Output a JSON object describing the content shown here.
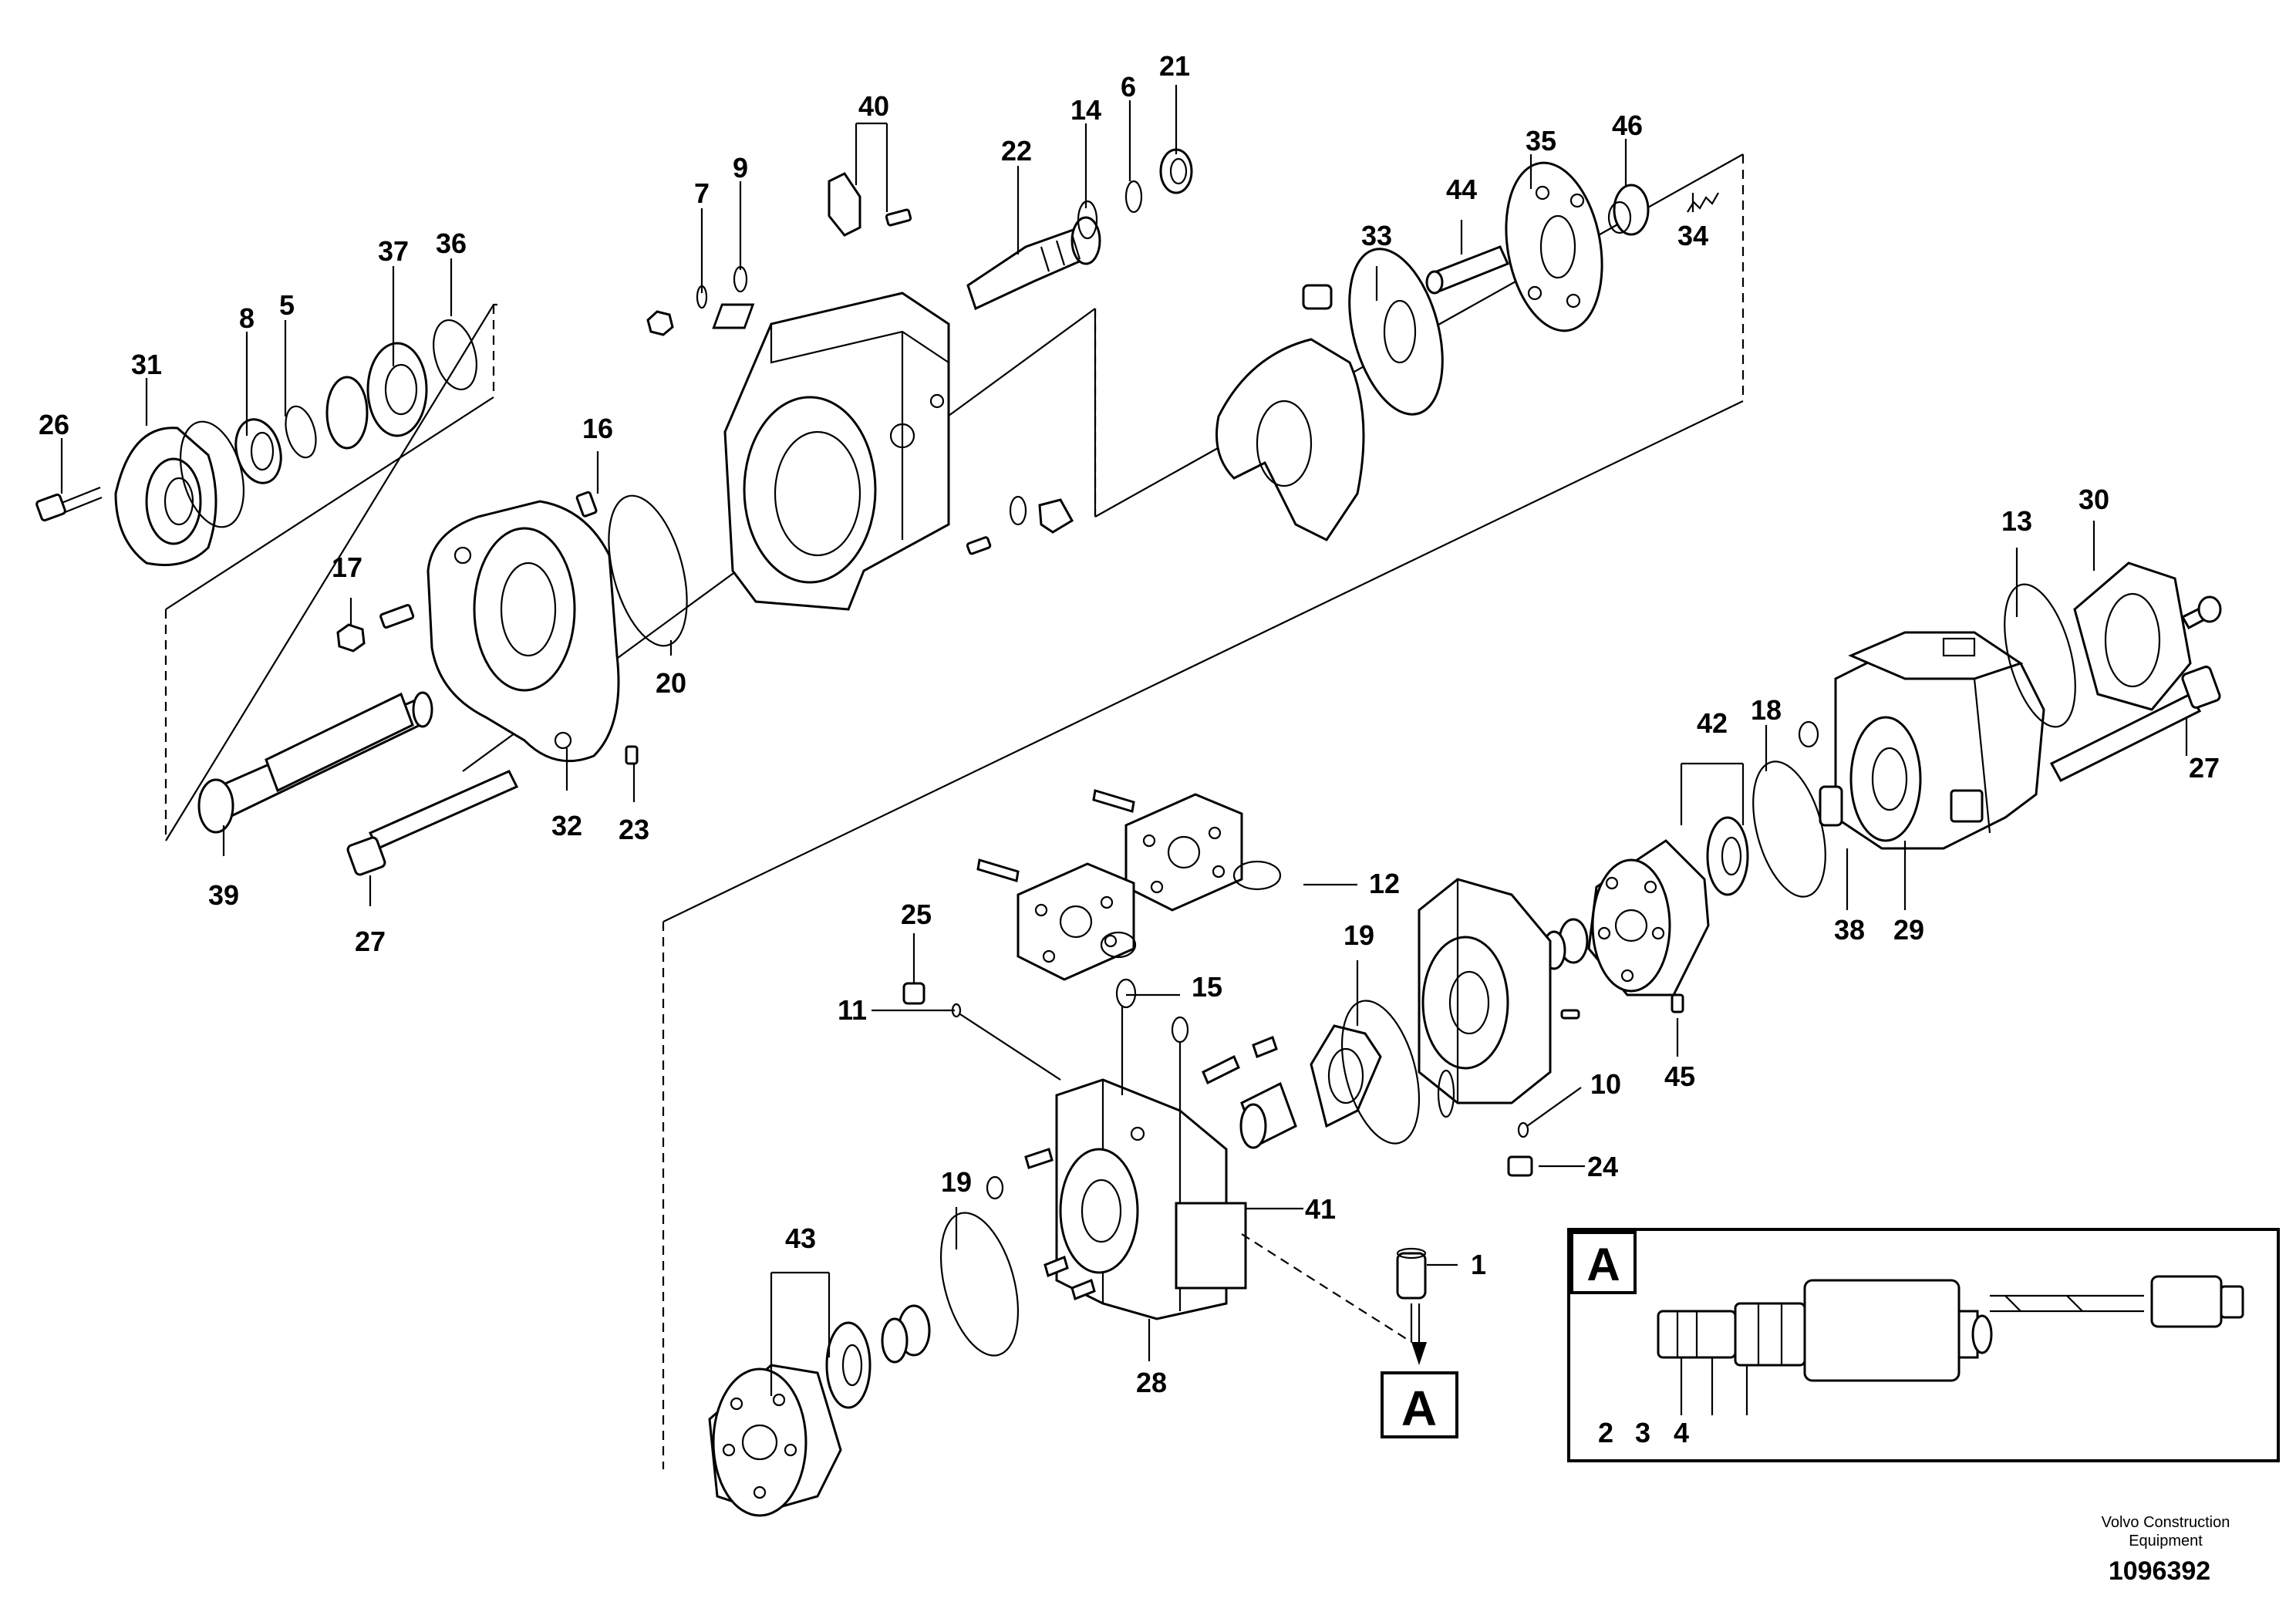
{
  "callouts": [
    {
      "id": "l26",
      "text": "26"
    },
    {
      "id": "l31",
      "text": "31"
    },
    {
      "id": "l8",
      "text": "8"
    },
    {
      "id": "l5",
      "text": "5"
    },
    {
      "id": "l37",
      "text": "37"
    },
    {
      "id": "l36",
      "text": "36"
    },
    {
      "id": "l7",
      "text": "7"
    },
    {
      "id": "l9",
      "text": "9"
    },
    {
      "id": "l40",
      "text": "40"
    },
    {
      "id": "l22",
      "text": "22"
    },
    {
      "id": "l14",
      "text": "14"
    },
    {
      "id": "l6",
      "text": "6"
    },
    {
      "id": "l21",
      "text": "21"
    },
    {
      "id": "l44",
      "text": "44"
    },
    {
      "id": "l35",
      "text": "35"
    },
    {
      "id": "l46",
      "text": "46"
    },
    {
      "id": "l33",
      "text": "33"
    },
    {
      "id": "l34",
      "text": "34"
    },
    {
      "id": "l16",
      "text": "16"
    },
    {
      "id": "l17",
      "text": "17"
    },
    {
      "id": "l20",
      "text": "20"
    },
    {
      "id": "l32",
      "text": "32"
    },
    {
      "id": "l23",
      "text": "23"
    },
    {
      "id": "l39",
      "text": "39"
    },
    {
      "id": "l27a",
      "text": "27"
    },
    {
      "id": "l13",
      "text": "13"
    },
    {
      "id": "l30",
      "text": "30"
    },
    {
      "id": "l42",
      "text": "42"
    },
    {
      "id": "l18",
      "text": "18"
    },
    {
      "id": "l27b",
      "text": "27"
    },
    {
      "id": "l12",
      "text": "12"
    },
    {
      "id": "l25",
      "text": "25"
    },
    {
      "id": "l15",
      "text": "15"
    },
    {
      "id": "l11",
      "text": "11"
    },
    {
      "id": "l19a",
      "text": "19"
    },
    {
      "id": "l38",
      "text": "38"
    },
    {
      "id": "l29",
      "text": "29"
    },
    {
      "id": "l10",
      "text": "10"
    },
    {
      "id": "l45",
      "text": "45"
    },
    {
      "id": "l24",
      "text": "24"
    },
    {
      "id": "l41",
      "text": "41"
    },
    {
      "id": "l19b",
      "text": "19"
    },
    {
      "id": "l43",
      "text": "43"
    },
    {
      "id": "l1",
      "text": "1"
    },
    {
      "id": "l28",
      "text": "28"
    },
    {
      "id": "l2",
      "text": "2"
    },
    {
      "id": "l3",
      "text": "3"
    },
    {
      "id": "l4",
      "text": "4"
    }
  ],
  "detail_letter": "A",
  "inset_letter": "A",
  "credit": {
    "line1": "Volvo Construction",
    "line2": "Equipment",
    "number": "1096392"
  }
}
